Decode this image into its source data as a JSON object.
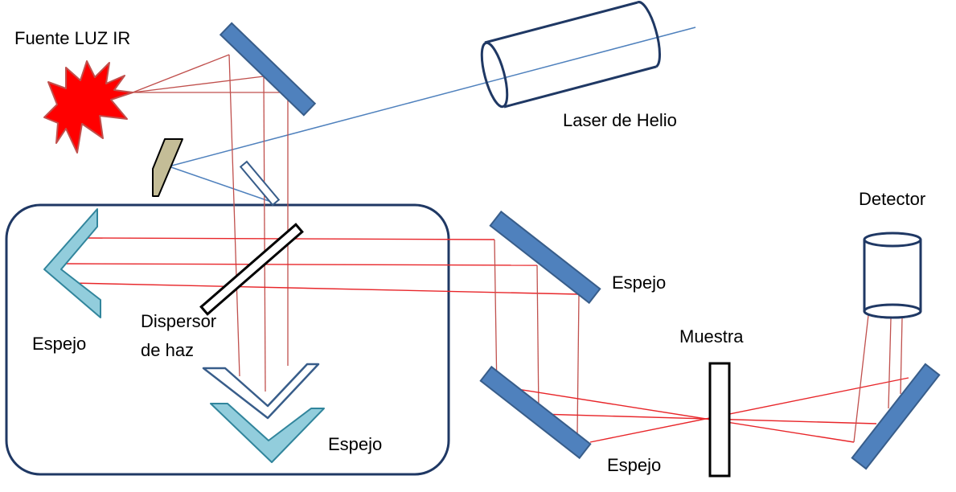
{
  "labels": {
    "ir_source": "Fuente LUZ IR",
    "laser": "Laser de Helio",
    "detector": "Detector",
    "mirror_right": "Espejo",
    "mirror_left": "Espejo",
    "beam_splitter_line1": "Dispersor",
    "beam_splitter_line2": "de haz",
    "mirror_bottom": "Espejo",
    "mirror_lower": "Espejo",
    "sample": "Muestra"
  },
  "colors": {
    "ir_beam": "#e8262a",
    "ir_beam_dim": "#c0504d",
    "laser_beam": "#4f81bd",
    "mirror_dark": "#4f81bd",
    "mirror_dark_stroke": "#385d8a",
    "mirror_light": "#92cddc",
    "mirror_light_stroke": "#31859c",
    "source_fill": "#ff0000",
    "source_stroke": "#c0504d",
    "laser_body": "#1f3864",
    "enclosure": "#1f3864",
    "pickoff_mirror": "#c4bd97"
  }
}
